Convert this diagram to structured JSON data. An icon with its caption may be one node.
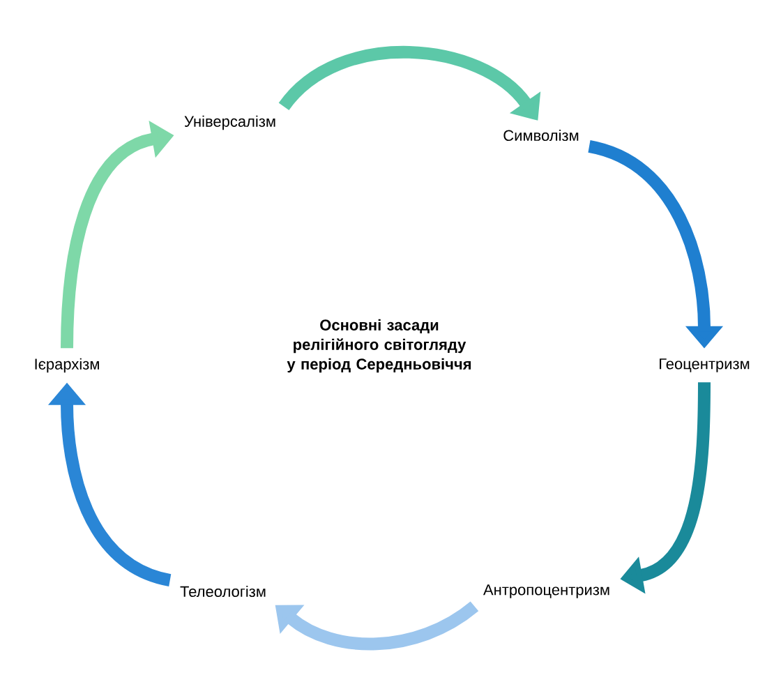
{
  "diagram": {
    "nodes": [
      {
        "text": [
          "Основні засади релігійного світогляду у період Середньовіччя"
        ]
      },
      {
        "text": [
          "Універсалізм"
        ]
      },
      {
        "text": [
          "Символізм"
        ]
      },
      {
        "text": [
          "Геоцентризм"
        ]
      },
      {
        "text": [
          "Антропоцентризм"
        ]
      },
      {
        "text": [
          "Телеологізм"
        ]
      },
      {
        "text": [
          "Ієрархізм"
        ]
      }
    ],
    "edges": [
      {
        "from": 1,
        "to": 2,
        "arrow": "to",
        "color": "#5cc8a8"
      },
      {
        "from": 2,
        "to": 3,
        "arrow": "to",
        "color": "#1f7fd0"
      },
      {
        "from": 3,
        "to": 4,
        "arrow": "to",
        "color": "#1a8a9a"
      },
      {
        "from": 4,
        "to": 5,
        "arrow": "to",
        "color": "#9cc6ee"
      },
      {
        "from": 5,
        "to": 6,
        "arrow": "to",
        "color": "#2a86d6"
      },
      {
        "from": 6,
        "to": 1,
        "arrow": "to",
        "color": "#7ed8a8"
      }
    ]
  }
}
